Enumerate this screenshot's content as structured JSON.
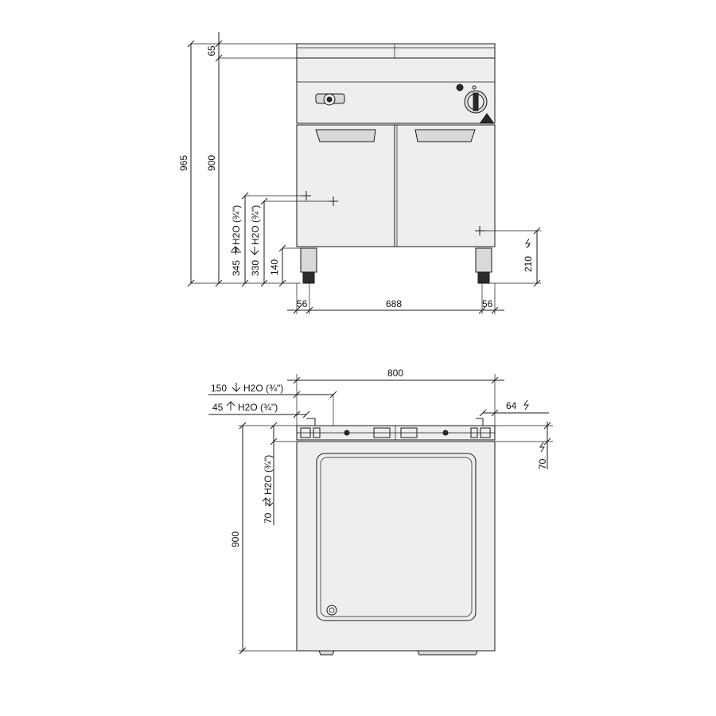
{
  "front_view": {
    "dims": {
      "top_height": "65",
      "total_height": "965",
      "body_height": "900",
      "water_inlet_height": "345",
      "water_inlet_label": "H2O (¾\")",
      "water_outlet_height": "330",
      "water_outlet_label": "H2O (¾\")",
      "leg_height": "140",
      "electric_height": "210",
      "left_offset": "56",
      "center_width": "688",
      "right_offset": "56"
    }
  },
  "top_view": {
    "dims": {
      "total_width": "800",
      "water_outlet_dist": "150",
      "water_outlet_label": "H2O (¾\")",
      "water_inlet_dist": "45",
      "water_inlet_label": "H2O (¾\")",
      "electric_dist": "64",
      "depth": "900",
      "water_side_dist": "70",
      "water_side_label": "H2O (¾\")",
      "electric_side_dist": "70"
    }
  },
  "icons": {
    "water_in": "arrow-up-icon",
    "water_out": "arrow-down-icon",
    "electric": "lightning-icon"
  }
}
